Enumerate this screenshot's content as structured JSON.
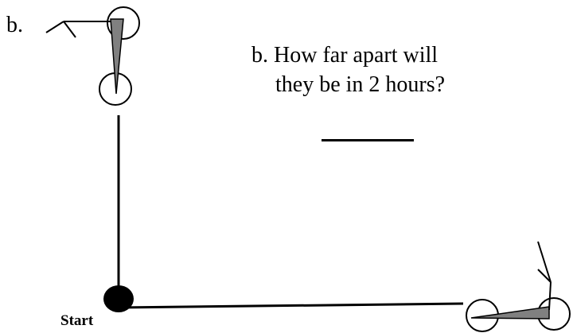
{
  "part_label": "b.",
  "question": {
    "line1": "b. How far apart will",
    "line2": "they be in 2 hours?"
  },
  "start_label": "Start",
  "icons": {
    "north_scooter": "scooter-icon",
    "east_scooter": "scooter-icon",
    "start_point": "start-dot-icon"
  },
  "colors": {
    "ink": "#000000",
    "scooter_fill": "#808080",
    "background": "#ffffff"
  }
}
